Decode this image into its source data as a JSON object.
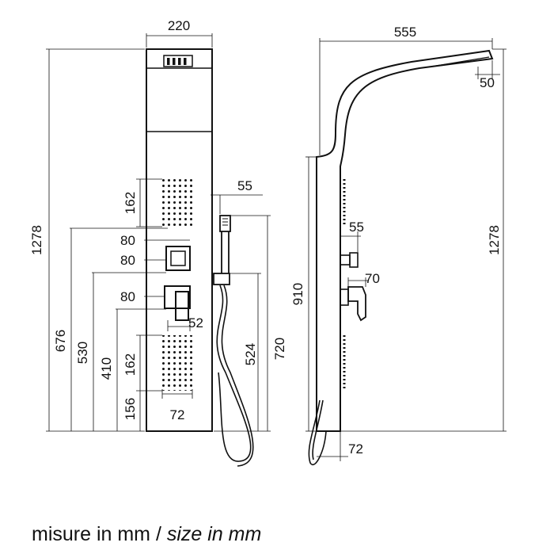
{
  "front": {
    "width": "220",
    "height": "1278",
    "jet_zone_top": "162",
    "control_1": "80",
    "control_2": "80",
    "control_3": "80",
    "mixer_depth": "52",
    "jet_zone_bottom": "162",
    "jet_bottom_offset": "156",
    "jet_width": "72",
    "height_676": "676",
    "height_530": "530",
    "height_410": "410",
    "hand_shower_width": "55",
    "holder_height": "524",
    "holder_top": "720"
  },
  "side": {
    "depth": "555",
    "head_width": "50",
    "height": "1278",
    "outlet_height": "910",
    "outlet_depth": "55",
    "mixer_depth": "70",
    "base_depth": "72"
  },
  "caption": {
    "it": "misure in mm",
    "sep": " / ",
    "en": "size in mm"
  }
}
